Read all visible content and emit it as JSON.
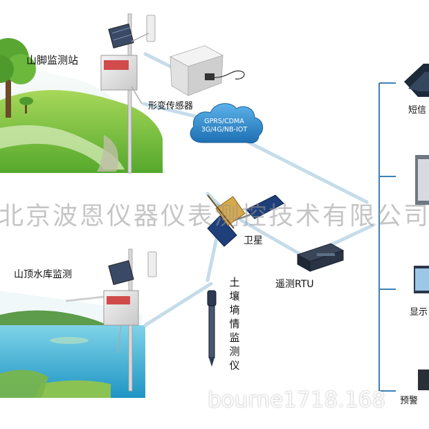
{
  "labels": {
    "foot_station": "山脚监测站",
    "deform_sensor": "形变传感器",
    "satellite": "卫星",
    "reservoir_station": "山顶水库监测",
    "rtu": "遥测RTU",
    "soil_sensor": [
      "土",
      "壤",
      "墒",
      "情",
      "监",
      "测",
      "仪"
    ],
    "sms": "短信",
    "display": "显示",
    "warning": "预警"
  },
  "network": {
    "line1": "GPRS/CDMA",
    "line2": "3G/4G/NB-IOT"
  },
  "watermarks": {
    "company": "北京波恩仪器仪表测控技术有限公司",
    "site": "bourne1718.168"
  },
  "colors": {
    "link": "#c5dce9",
    "bracket": "#3c7fb5",
    "cloud": "#2e8ac8",
    "grass": "#7cc243",
    "sky": "#e6f2f6",
    "water": "#49b6d6"
  }
}
